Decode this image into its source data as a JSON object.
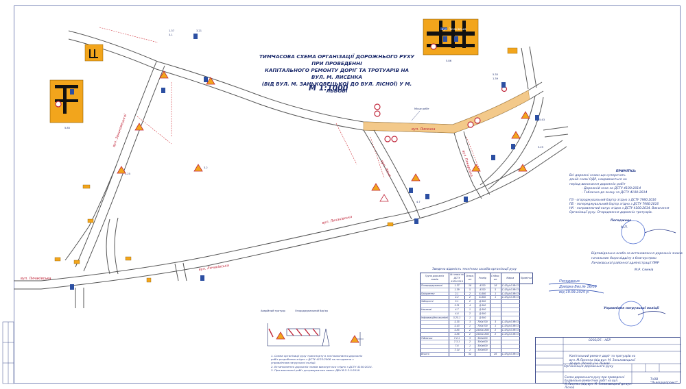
{
  "title": {
    "lines": [
      "ТИМЧАСОВА СХЕМА ОРГАНІЗАЦІЇ ДОРОЖНЬОГО РУХУ ПРИ ПРОВЕДЕННІ",
      "КАПІТАЛЬНОГО РЕМОНТУ ДОРІГ ТА ТРОТУАРІВ НА ВУЛ. М. ЛИСЕНКА",
      "(ВІД ВУЛ. М. ЗАНЬКОВЕЦЬКОЇ ДО ВУЛ. ЛІСНОЇ) У М. ЛЬВОВІ"
    ],
    "scale": "М 1:1000"
  },
  "streets": {
    "lysenka": "вул. Лисенка",
    "lychakivska": "вул. Личаківська",
    "zankovetskoi": "вул. Заньковецької",
    "lisna": "вул. Лісна",
    "pekarska": "вул. Пекарська",
    "inset_street": "вул. Личаківська"
  },
  "inset_labels": {
    "left": "5.85",
    "right": "5.86"
  },
  "repair_label": "Місце робіт",
  "sign_codes": [
    "1.37",
    "3.1",
    "3.21",
    "5.35",
    "1.39",
    "5.43",
    "1.25",
    "3.2",
    "4.7",
    "5.25"
  ],
  "notes": {
    "header": "ПРИМІТКА:",
    "lines": [
      "Всі дорожні знаки що суперечать",
      "даній схемі ОДР, накриваються на",
      "період виконання дорожніх робіт",
      "- Дорожній знак за ДСТУ 4100:2014",
      "- Табличка до знаку за ДСТУ 4100:2014"
    ],
    "legend": [
      "ПЗ - огороджувальний бар'єр згідно з ДСТУ 7980:2016",
      "ПБ - попереджувальний бар'єр згідно з ДСТУ 7980:2016",
      "НК - направляючий конус згідно з ДСТУ 4100:2014. Виконання",
      "Організації руху. Огородження дорожніх тротуарів."
    ]
  },
  "approvals": {
    "agreed": "Погоджено",
    "agreed_sub": "М.П.",
    "responsible_header": "Відповідальна особа за встановлення дорожніх знаків",
    "responsible_line2": "начальник бюро відділу з благоустрою",
    "responsible_line3": "Личаківської районної адміністрації ЛМР",
    "responsible_sign": "М.Р. Семків",
    "police": "Управління патрульної поліції"
  },
  "table": {
    "caption": "Зведена відомість технічних засобів організації руху",
    "headers": [
      "Група дорожніх знаків",
      "№ знака за ДСТУ 4100:2014",
      "Знаки, шт",
      "Розмір",
      "Стійки, шт",
      "Марка",
      "Примітка"
    ],
    "rows": [
      [
        "Попереджувальні",
        "1.37",
        "18",
        "А700",
        "18",
        "С-47р/к3-ЯН-3"
      ],
      [
        "",
        "1.39",
        "5",
        "А700",
        "5",
        "С-47р/к3-ЯН-3"
      ],
      [
        "Пріоритету",
        "2.1",
        "2",
        "Б-600",
        "1",
        "С-47р/к3-ЯН-3"
      ],
      [
        "",
        "2.2",
        "2",
        "Б-600",
        "1",
        "С-47р/к3-ЯН-3"
      ],
      [
        "Заборонні",
        "3.1",
        "2",
        "Д 600",
        "",
        ""
      ],
      [
        "",
        "3.21",
        "4",
        "Д 600",
        "",
        ""
      ],
      [
        "Наказові",
        "4.7",
        "1",
        "Д 600",
        "",
        ""
      ],
      [
        "",
        "4.8",
        "2",
        "Д 600",
        "",
        ""
      ],
      [
        "Інформаційно-вказівні",
        "5.25.1",
        "1",
        "Д 600",
        "",
        ""
      ],
      [
        "",
        "5.35",
        "3",
        "700x700",
        "3",
        "С-47р/к3-ЯН-3"
      ],
      [
        "",
        "5.43",
        "1",
        "700x700",
        "1",
        "С-47р/к3-ЯН-3"
      ],
      [
        "",
        "5.85",
        "2",
        "1500x1800",
        "2",
        "С-47р/к3-ЯН-3"
      ],
      [
        "",
        "5.86",
        "2",
        "1500x1800",
        "2",
        "С-47р/к3-ЯН-3"
      ],
      [
        "Таблички",
        "7.2.1",
        "3",
        "300x600",
        "",
        ""
      ],
      [
        "",
        "7.3.1",
        "2",
        "300x600",
        "",
        ""
      ],
      [
        "",
        "7.6",
        "1",
        "300x600",
        "",
        ""
      ],
      [
        "",
        "7.14",
        "1",
        "300x600",
        "",
        ""
      ],
      [
        "Всього",
        "",
        "52",
        "",
        "26",
        "С-47р/к3-ЯН-3"
      ]
    ]
  },
  "detail": {
    "label_left": "Аварійний тротуар",
    "label_right": "Огороджувальний бар'єр",
    "notes": [
      "1. Схема організації руху транспорту в зоні виконання дорожніх",
      "робіт розроблена згідно з ДСТУ 4123:2006 та погоджена з",
      "управлінням патрульної поліції.",
      "2. Встановлення дорожніх знаків виконується згідно з ДСТУ 4100:2014.",
      "3. При виконанні робіт дотримуватись вимог ДБН В.2.3-5:2018."
    ]
  },
  "stamp_block": {
    "code": "0202/25 - АБР",
    "title": "Капітальний ремонт доріг та тротуарів на вул. М.Лисенка (від вул. М. Заньковецької до вул. Лісної) у м. Львові",
    "subtitle": "Організація дорожнього руху",
    "sheet_title": "Схема дорожнього руху при проведенні будівельно-ремонтних робіт на вул. М.Лисенка (від вул. М. Заньковецької до вул. Лісної)",
    "company": "ТзОВ \"Львівдорпроект\""
  },
  "handwriting": {
    "line1": "Погоджено",
    "line2": "Довідка Вих.№ 16/09",
    "line3": "від 19.09.2025 р."
  },
  "colors": {
    "road": "#555555",
    "repair": "#f3c98a",
    "dimension": "#d0323a",
    "sign_yellow": "#f2a51c",
    "sign_blue": "#2c4fa2",
    "ink": "#1b2a6b"
  }
}
